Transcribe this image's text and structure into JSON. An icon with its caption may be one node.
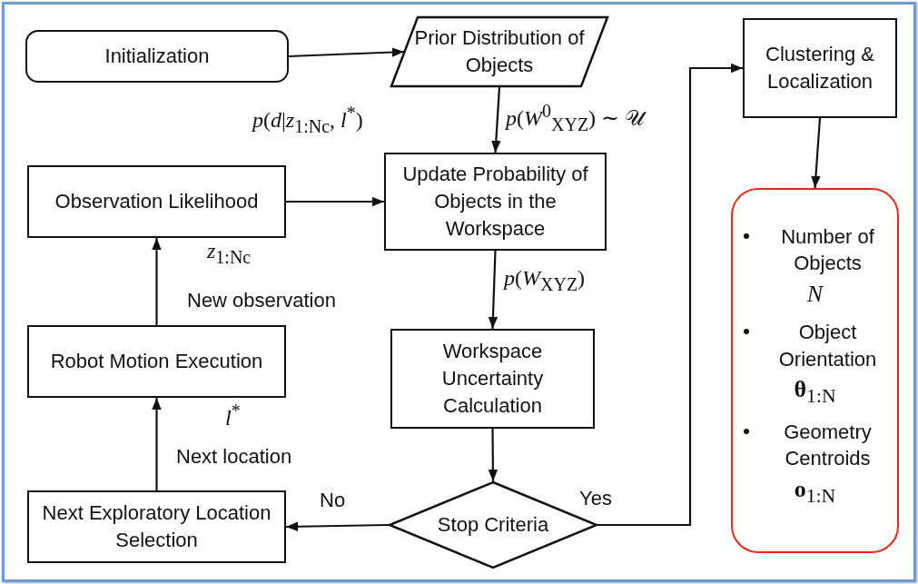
{
  "diagram": {
    "nodes": [
      {
        "text": [
          "Initialization"
        ]
      },
      {
        "text": [
          "Prior Distribution of Objects"
        ]
      },
      {
        "text": [
          "Clustering & Localization"
        ]
      },
      {
        "text": [
          "Observation Likelihood"
        ]
      },
      {
        "text": [
          "Update Probability of Objects in the Workspace"
        ]
      },
      {
        "text": [
          "Robot Motion Execution"
        ]
      },
      {
        "text": [
          "Workspace Uncertainty Calculation"
        ]
      },
      {
        "text": [
          "Number of Objects",
          "*N*",
          "Object Orientation",
          "**θ**$_{1:N}$",
          "Geometry Centroids",
          "**o**$_{1:N}$"
        ]
      },
      {
        "text": [
          "Next Exploratory Location Selection"
        ]
      },
      {
        "text": [
          "Stop Criteria"
        ]
      }
    ],
    "edges": [
      {
        "from": 0,
        "to": 1,
        "arrow": "to"
      },
      {
        "from": 1,
        "to": 4,
        "arrow": "to",
        "label": "*p*(*W*$^{0}$$_{XYZ}$) ∼ 𝒰"
      },
      {
        "from": 3,
        "to": 4,
        "arrow": "to",
        "label": "*p*(*d*|*z*$_{1:N}$$_{c}$, *l*$^{*}$)"
      },
      {
        "from": 4,
        "to": 6,
        "arrow": "to",
        "label": "*p*(*W*$_{XYZ}$)"
      },
      {
        "from": 6,
        "to": 9,
        "arrow": "to"
      },
      {
        "from": 9,
        "to": 8,
        "arrow": "to",
        "label": "No"
      },
      {
        "from": 9,
        "to": 2,
        "arrow": "to",
        "label": "Yes"
      },
      {
        "from": 2,
        "to": 7,
        "arrow": "to"
      },
      {
        "from": 8,
        "to": 5,
        "arrow": "to",
        "label": "Next location"
      },
      {
        "from": 5,
        "to": 3,
        "arrow": "to",
        "label": "New observation"
      }
    ],
    "labels": [
      "*z*$_{1:N}$$_{c}$",
      "*l*$^{*}$"
    ]
  }
}
